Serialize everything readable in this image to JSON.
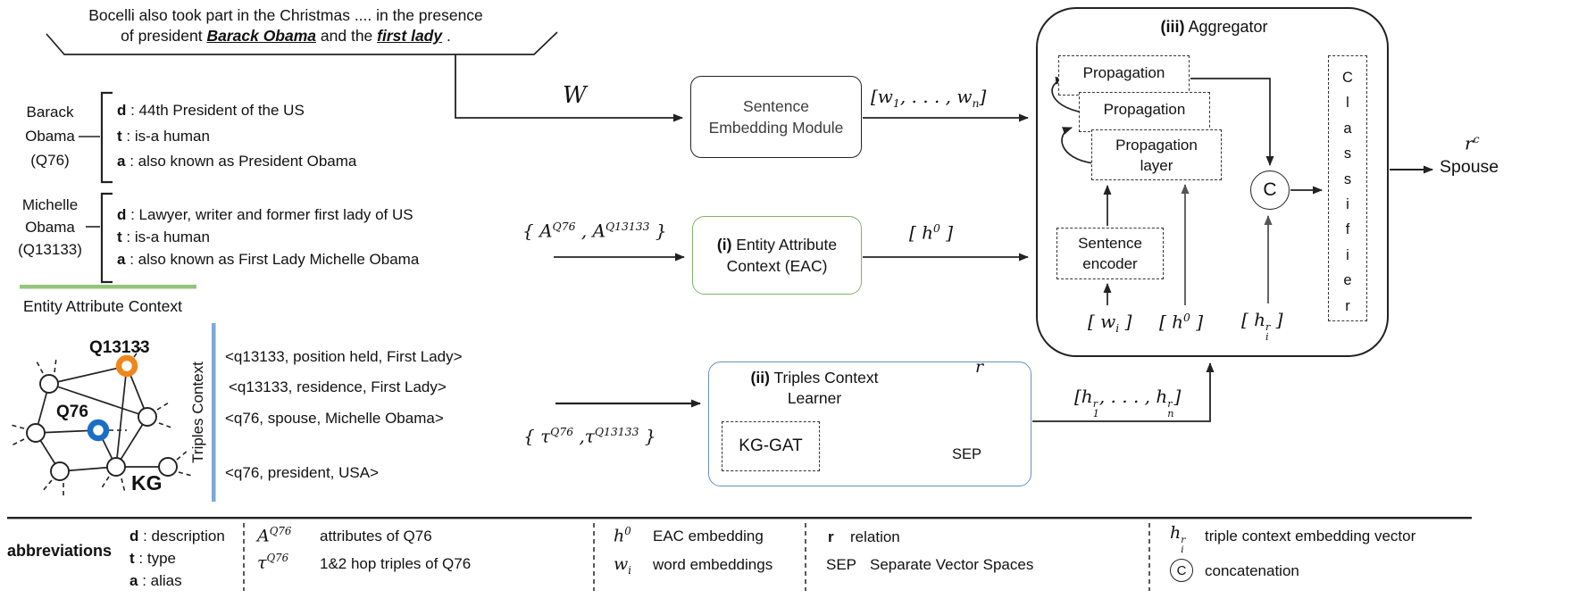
{
  "sentence": {
    "line1": "Bocelli also took part in the Christmas .... in the presence",
    "line2": {
      "prefix": "of president ",
      "entity1": "Barack Obama",
      "middle": " and the ",
      "entity2": "first lady",
      "suffix": " ."
    }
  },
  "entities": {
    "barack": {
      "name": [
        "Barack",
        "Obama",
        "(Q76)"
      ],
      "attrs": [
        {
          "k": "d",
          "v": " : 44th President of the US"
        },
        {
          "k": "t",
          "v": " : is-a human"
        },
        {
          "k": "a",
          "v": " : also known as President Obama"
        }
      ]
    },
    "michelle": {
      "name": [
        "Michelle",
        "Obama",
        "(Q13133)"
      ],
      "attrs": [
        {
          "k": "d",
          "v": " : Lawyer, writer and former first lady of US"
        },
        {
          "k": "t",
          "v": " : is-a human"
        },
        {
          "k": "a",
          "v": " : also known as First Lady Michelle Obama"
        }
      ]
    }
  },
  "sections": {
    "eac_underline": "Entity Attribute Context",
    "triples_context": "Triples Context"
  },
  "kg": {
    "node1": "Q13133",
    "node2": "Q76",
    "label": "KG"
  },
  "triples": [
    "<q13133, position held, First Lady>",
    "<q13133, residence, First Lady>",
    "<q76, spouse, Michelle Obama>",
    "<q76, president, USA>"
  ],
  "modules": {
    "sem": {
      "line1": "Sentence",
      "line2": "Embedding Module"
    },
    "eac": {
      "num": "(i)",
      "line1": " Entity Attribute",
      "line2": "Context (EAC)"
    },
    "tcl": {
      "num": "(ii)",
      "line1": " Triples Context",
      "line2": "Learner",
      "kg_gat": "KG-GAT",
      "sep": "SEP"
    },
    "agg": {
      "num": "(iii)",
      "title": " Aggregator",
      "prop1": "Propagation",
      "prop2": "Propagation",
      "prop3_line1": "Propagation",
      "prop3_line2": "layer",
      "enc_line1": "Sentence",
      "enc_line2": "encoder",
      "concat": "C",
      "classifier": [
        "C",
        "l",
        "a",
        "s",
        "s",
        "i",
        "f",
        "i",
        "e",
        "r"
      ]
    }
  },
  "output": {
    "spouse": "Spouse"
  },
  "math": {
    "W": [
      {
        "t": "W"
      }
    ],
    "attr_set": [
      {
        "t": "{ A"
      },
      {
        "sup": "Q76"
      },
      {
        "t": " , A"
      },
      {
        "sup": "Q13133"
      },
      {
        "t": " }"
      }
    ],
    "h0_out": [
      {
        "t": "[ h"
      },
      {
        "sup": "0"
      },
      {
        "t": " ]"
      }
    ],
    "w_seq": [
      {
        "t": "[w"
      },
      {
        "sub": "1"
      },
      {
        "t": ", . . . , w"
      },
      {
        "sub": "n"
      },
      {
        "t": "]"
      }
    ],
    "tau_set": [
      {
        "t": "{ τ"
      },
      {
        "sup": "Q76"
      },
      {
        "t": " ,τ"
      },
      {
        "sup": "Q13133"
      },
      {
        "t": " }"
      }
    ],
    "hr_seq": [
      {
        "t": "[h"
      },
      {
        "stack": [
          "r",
          "1"
        ]
      },
      {
        "t": ", . . . , h"
      },
      {
        "stack": [
          "r",
          "n"
        ]
      },
      {
        "t": "]"
      }
    ],
    "wi": [
      {
        "t": "[ w"
      },
      {
        "sub": "i"
      },
      {
        "t": " ]"
      }
    ],
    "h0": [
      {
        "t": "[ h"
      },
      {
        "sup": "0"
      },
      {
        "t": " ]"
      }
    ],
    "hir": [
      {
        "t": "[ h"
      },
      {
        "stack": [
          "r",
          "i"
        ]
      },
      {
        "t": " ]"
      }
    ],
    "rc": [
      {
        "t": "r"
      },
      {
        "sup": "c"
      }
    ],
    "r_rel": [
      {
        "t": "r"
      }
    ]
  },
  "legend": {
    "title": "abbreviations",
    "dta": [
      {
        "k": "d",
        "v": " : description"
      },
      {
        "k": "t",
        "v": " : type"
      },
      {
        "k": "a",
        "v": " : alias"
      }
    ],
    "A": {
      "sym": [
        {
          "t": "A"
        },
        {
          "sup": "Q76"
        }
      ],
      "desc": "attributes of Q76"
    },
    "tau": {
      "sym": [
        {
          "t": "τ"
        },
        {
          "sup": "Q76"
        }
      ],
      "desc": "1&2 hop triples of Q76"
    },
    "h0": {
      "sym": [
        {
          "t": "h"
        },
        {
          "sup": "0"
        }
      ],
      "desc": "EAC embedding"
    },
    "wi": {
      "sym": [
        {
          "t": "w"
        },
        {
          "sub": "i"
        }
      ],
      "desc": "word embeddings"
    },
    "r": {
      "key": "r",
      "desc": "relation"
    },
    "sep": {
      "key": "SEP",
      "desc": "Separate Vector Spaces"
    },
    "hir": {
      "sym": [
        {
          "t": "h"
        },
        {
          "stack": [
            "r",
            "i"
          ]
        }
      ],
      "desc": "triple context embedding vector"
    },
    "concat": {
      "key": "C",
      "desc": "concatenation"
    }
  },
  "colors": {
    "orange": "#f0861c",
    "blue": "#1a6ec8",
    "green_line": "#93c47d",
    "eac_border": "#82b366",
    "tcl_border": "#6c8ebf",
    "bar_blue": "#7da7d8"
  }
}
